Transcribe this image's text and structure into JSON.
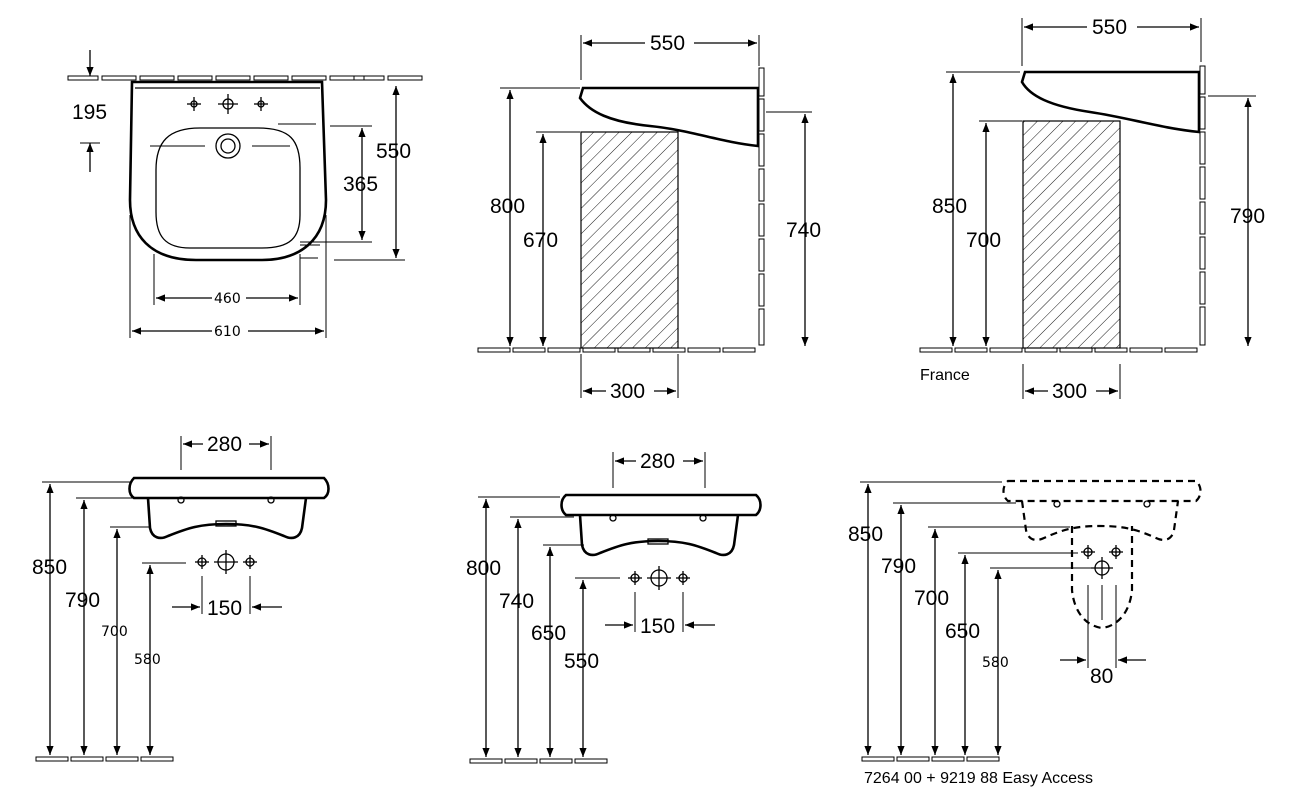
{
  "views": {
    "top_view": {
      "d195": "195",
      "d550": "550",
      "d365": "365",
      "d460": "460",
      "d610": "610"
    },
    "side_view_1": {
      "d550": "550",
      "d800": "800",
      "d670": "670",
      "d740": "740",
      "d300": "300"
    },
    "side_view_2": {
      "d550": "550",
      "d850": "850",
      "d700": "700",
      "d790": "790",
      "d300": "300",
      "note": "France"
    },
    "front_view_1": {
      "d280": "280",
      "d850": "850",
      "d790": "790",
      "d700": "700",
      "d580": "580",
      "d150": "150"
    },
    "front_view_2": {
      "d280": "280",
      "d800": "800",
      "d740": "740",
      "d650": "650",
      "d550": "550",
      "d150": "150"
    },
    "front_view_3": {
      "d850": "850",
      "d790": "790",
      "d700": "700",
      "d650": "650",
      "d580": "580",
      "d80": "80",
      "caption": "7264 00 + 9219 88 Easy Access"
    }
  }
}
